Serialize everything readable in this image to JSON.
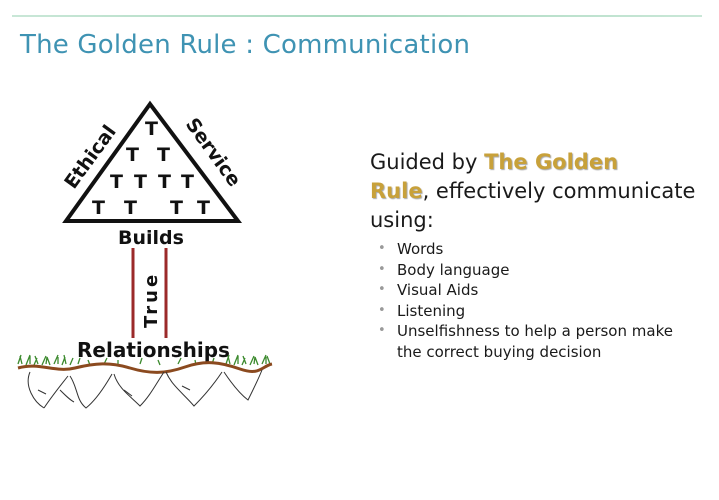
{
  "title": "The Golden Rule : Communication",
  "diagram": {
    "left_label": "Ethical",
    "right_label": "Service",
    "t_letter": "T",
    "builds": "Builds",
    "true": "True",
    "relationships": "Relationships"
  },
  "content": {
    "lead_prefix": "Guided by ",
    "lead_highlight_1": "The Golden",
    "lead_highlight_2": "Rule",
    "lead_suffix": ", effectively communicate using:",
    "bullets": [
      "Words",
      "Body language",
      "Visual Aids",
      "Listening",
      "Unselfishness to help a person make the correct buying decision"
    ]
  },
  "colors": {
    "title": "#3f93b3",
    "highlight": "#c8a13a",
    "pillar": "#9b2a2a",
    "grass": "#3c8a2e",
    "ground": "#8b4a1f"
  }
}
